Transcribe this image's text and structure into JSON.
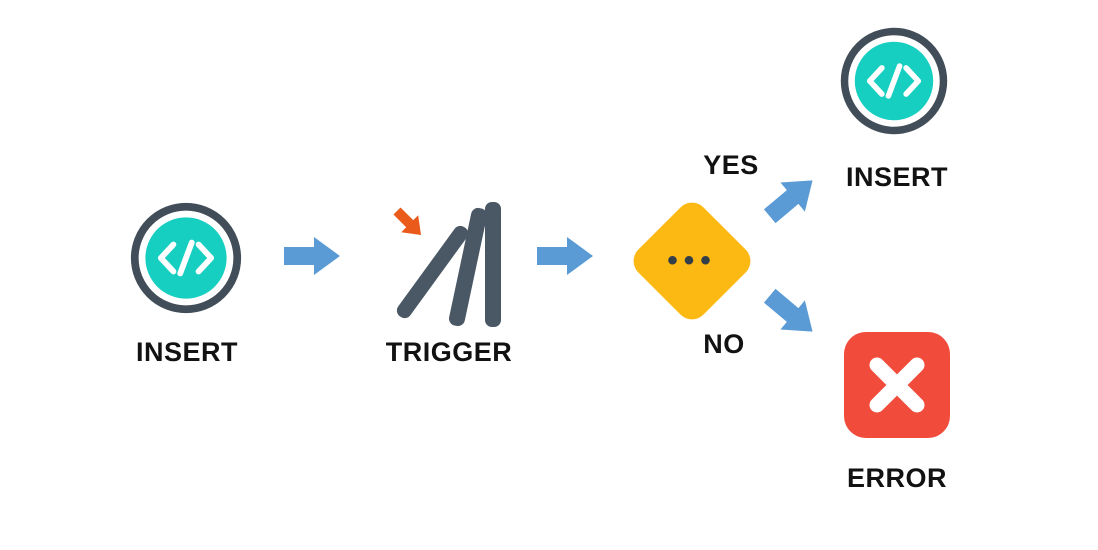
{
  "diagram": {
    "nodes": {
      "insert_start": {
        "label": "INSERT",
        "icon": "code-circle-icon"
      },
      "trigger": {
        "label": "TRIGGER",
        "icon": "falling-dominoes-icon"
      },
      "decision": {
        "icon": "decision-diamond-icon",
        "dots": "•••"
      },
      "insert_yes": {
        "label": "INSERT",
        "icon": "code-circle-icon"
      },
      "error_no": {
        "label": "ERROR",
        "icon": "error-x-icon"
      }
    },
    "branches": {
      "yes": "YES",
      "no": "NO"
    }
  },
  "colors": {
    "arrow_blue": "#5b9bd5",
    "teal": "#16cfc1",
    "ring_dark": "#414d59",
    "slate": "#4a5764",
    "push_orange": "#e95a1b",
    "amber": "#fcb813",
    "error_red": "#f04b3b",
    "dot_dark": "#333f48",
    "label_text": "#121212",
    "background": "#ffffff"
  }
}
